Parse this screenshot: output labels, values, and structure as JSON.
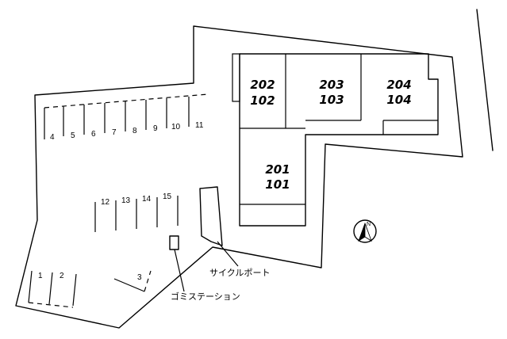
{
  "units": {
    "u202_102": {
      "upper": "202",
      "lower": "102"
    },
    "u203_103": {
      "upper": "203",
      "lower": "103"
    },
    "u204_104": {
      "upper": "204",
      "lower": "104"
    },
    "u201_101": {
      "upper": "201",
      "lower": "101"
    }
  },
  "parking": [
    "1",
    "2",
    "3",
    "4",
    "5",
    "6",
    "7",
    "8",
    "9",
    "10",
    "11",
    "12",
    "13",
    "14",
    "15"
  ],
  "labels": {
    "cycle_port": "サイクルポート",
    "garbage_station": "ゴミステーション"
  },
  "compass": {
    "icon": "north-arrow-icon"
  }
}
